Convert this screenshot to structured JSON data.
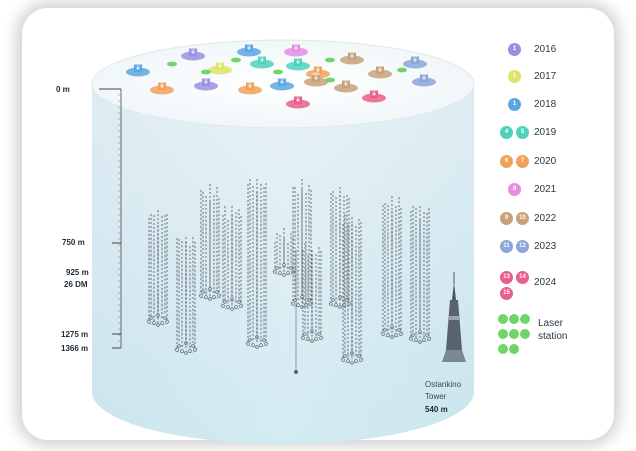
{
  "depth_labels": {
    "surface": "0 m",
    "d750": "750 m",
    "d925_top": "925 m",
    "d925_bottom": "26 DM",
    "d1275": "1275 m",
    "d1366": "1366 m"
  },
  "tower": {
    "line1": "Ostankino",
    "line2": "Tower",
    "height": "540 m"
  },
  "legend": {
    "years": [
      {
        "label": "2016",
        "colors": [
          "#9c8fe0"
        ],
        "marks": [
          "1"
        ]
      },
      {
        "label": "2017",
        "colors": [
          "#dfe36a"
        ],
        "marks": [
          "1"
        ]
      },
      {
        "label": "2018",
        "colors": [
          "#5aa8e0"
        ],
        "marks": [
          "1"
        ]
      },
      {
        "label": "2019",
        "colors": [
          "#4fd1c0",
          "#4fd1c0"
        ],
        "marks": [
          "4",
          "5"
        ]
      },
      {
        "label": "2020",
        "colors": [
          "#f0a25a",
          "#f0a25a"
        ],
        "marks": [
          "6",
          "7"
        ]
      },
      {
        "label": "2021",
        "colors": [
          "#e38ee0"
        ],
        "marks": [
          "8"
        ]
      },
      {
        "label": "2022",
        "colors": [
          "#c8a17a",
          "#c8a17a"
        ],
        "marks": [
          "9",
          "10"
        ]
      },
      {
        "label": "2023",
        "colors": [
          "#8aa6d8",
          "#8aa6d8"
        ],
        "marks": [
          "11",
          "12"
        ]
      },
      {
        "label": "2024",
        "colors": [
          "#ea5f8a",
          "#ea5f8a",
          "#ea5f8a"
        ],
        "marks": [
          "13",
          "14",
          "15"
        ]
      }
    ],
    "laser": {
      "line1": "Laser",
      "line2": "station",
      "color": "#6fd46a"
    }
  }
}
